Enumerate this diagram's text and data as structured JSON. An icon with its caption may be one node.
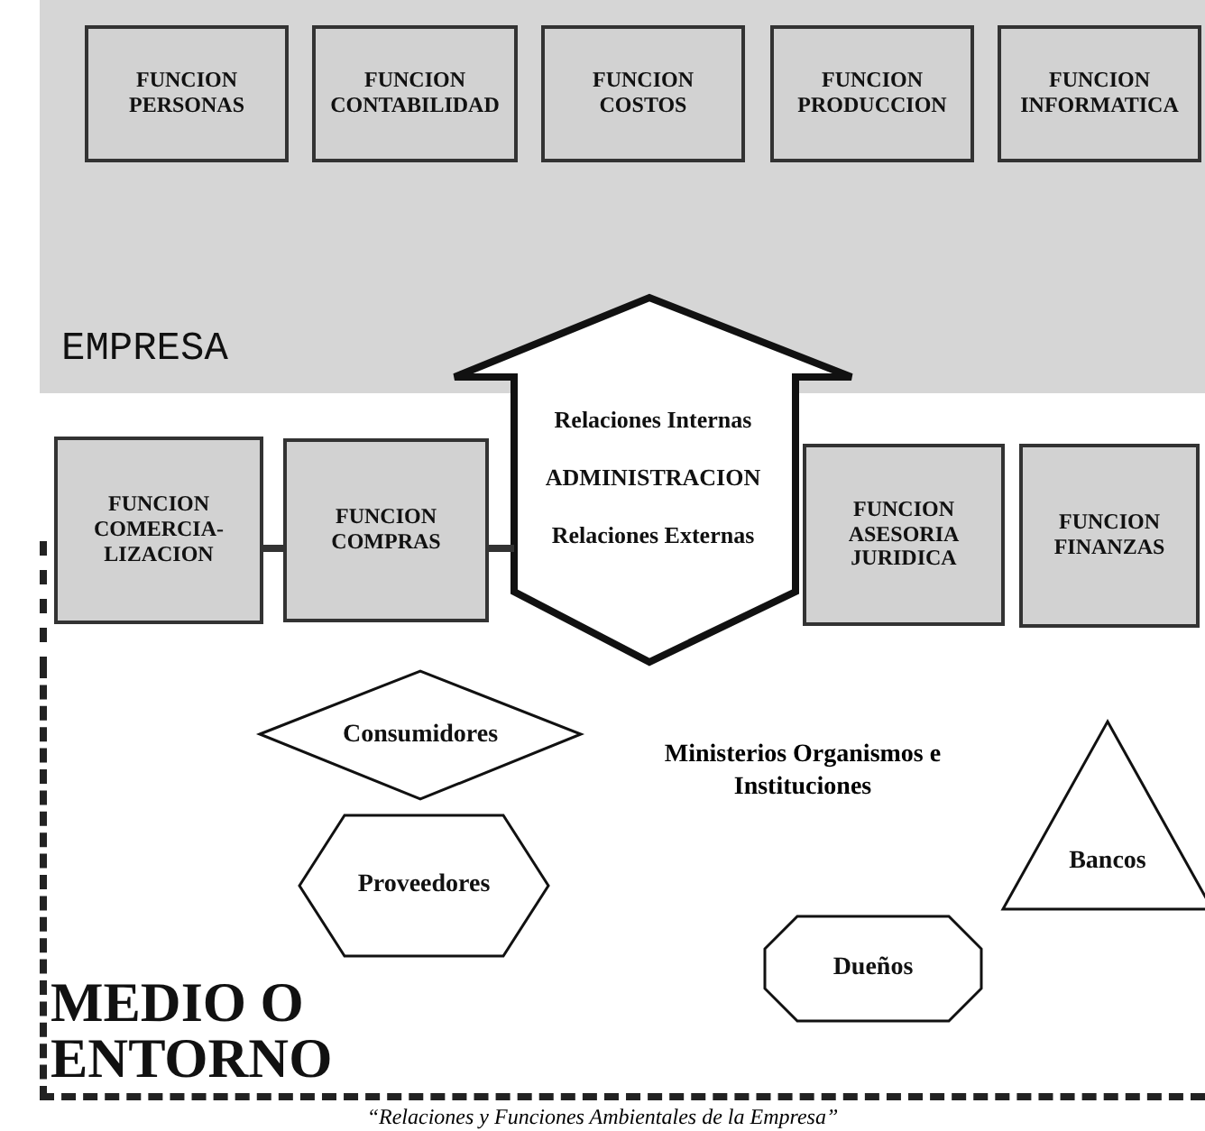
{
  "diagram": {
    "caption": "“Relaciones y Funciones Ambientales de la Empresa”",
    "nodes": [
      {
        "text": [
          "EMPRESA"
        ]
      },
      {
        "text": [
          "FUNCION PERSONAS"
        ],
        "in": 0
      },
      {
        "text": [
          "FUNCION CONTABILIDAD"
        ],
        "in": 0
      },
      {
        "text": [
          "FUNCION COSTOS"
        ],
        "in": 0
      },
      {
        "text": [
          "FUNCION PRODUCCION"
        ],
        "in": 0
      },
      {
        "text": [
          "FUNCION INFORMATICA"
        ],
        "in": 0
      },
      {
        "text": [
          "MEDIO O ENTORNO"
        ]
      },
      {
        "text": [
          "FUNCION COMERCIA- LIZACION"
        ]
      },
      {
        "text": [
          "FUNCION COMPRAS"
        ]
      },
      {
        "text": [
          "Relaciones Internas",
          "ADMINISTRACION",
          "Relaciones Externas"
        ]
      },
      {
        "text": [
          "FUNCION ASESORIA JURIDICA"
        ]
      },
      {
        "text": [
          "FUNCION FINANZAS"
        ]
      },
      {
        "text": [
          "Consumidores"
        ],
        "in": 6
      },
      {
        "text": [
          "Proveedores"
        ],
        "in": 6
      },
      {
        "text": [
          "Dueños"
        ],
        "in": 6
      },
      {
        "text": [
          "Bancos"
        ],
        "in": 6
      }
    ],
    "edges": [
      {
        "from": 7,
        "to": 8,
        "arrow": "none"
      },
      {
        "from": 8,
        "to": 9,
        "arrow": "none"
      }
    ],
    "labels": [
      "Ministerios Organismos e Instituciones"
    ]
  }
}
